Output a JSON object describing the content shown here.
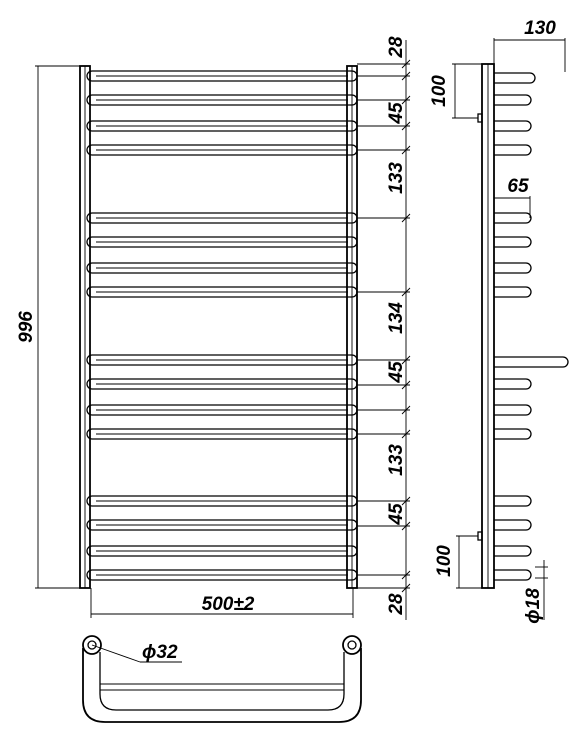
{
  "dimensions": {
    "total_height": "996",
    "width": "500±2",
    "top_offset": "28",
    "bottom_offset": "28",
    "pitch_top": "45",
    "gap_1": "133",
    "gap_2": "134",
    "pitch_mid": "45",
    "gap_3": "133",
    "pitch_bottom": "45",
    "depth": "130",
    "rung_depth": "65",
    "mount_top": "100",
    "mount_bottom": "100",
    "rung_diameter": "ϕ18",
    "pipe_diameter": "ϕ32"
  },
  "drawing": {
    "rung_groups": 4,
    "rungs_per_group": 4
  }
}
